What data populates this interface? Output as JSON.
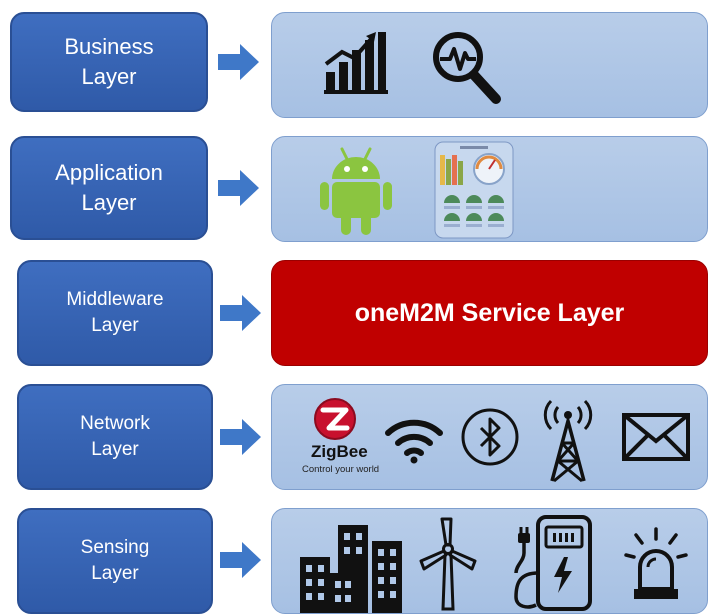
{
  "layers": [
    {
      "line1": "Business",
      "line2": "Layer"
    },
    {
      "line1": "Application",
      "line2": "Layer"
    },
    {
      "line1": "Middleware",
      "line2": "Layer"
    },
    {
      "line1": "Network",
      "line2": "Layer"
    },
    {
      "line1": "Sensing",
      "line2": "Layer"
    }
  ],
  "middleware_panel": {
    "label": "oneM2M Service Layer"
  },
  "network_panel": {
    "zigbee_brand": "ZigBee",
    "zigbee_tagline": "Control your world"
  },
  "colors": {
    "layer_blue": "#3a67b8",
    "panel_blue": "#b0c8e8",
    "service_red": "#c00000",
    "arrow_blue": "#3f78c8"
  },
  "icons": {
    "business": [
      "bar-chart-icon",
      "analytics-magnifier-icon"
    ],
    "application": [
      "android-icon",
      "dashboard-screen-icon"
    ],
    "network": [
      "zigbee-logo-icon",
      "wifi-icon",
      "bluetooth-icon",
      "radio-tower-icon",
      "envelope-icon"
    ],
    "sensing": [
      "city-buildings-icon",
      "wind-turbine-icon",
      "ev-charger-icon",
      "alarm-beacon-icon"
    ]
  }
}
